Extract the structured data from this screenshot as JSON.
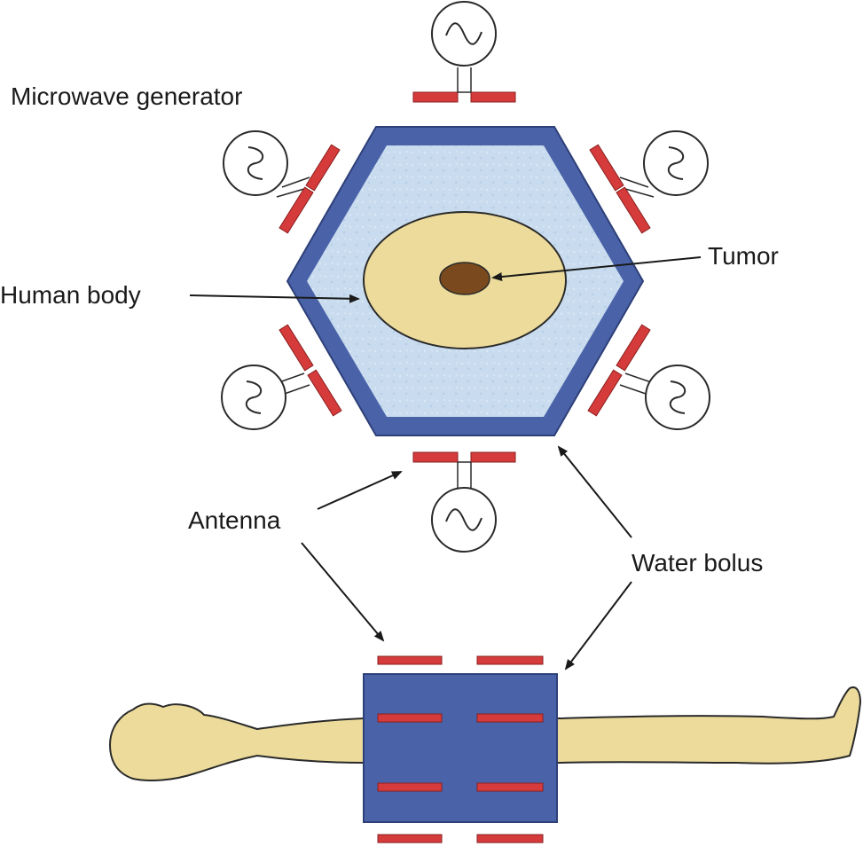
{
  "labels": {
    "microwave_generator": "Microwave generator",
    "human_body": "Human body",
    "tumor": "Tumor",
    "antenna": "Antenna",
    "water_bolus": "Water bolus"
  },
  "colors": {
    "bolus_frame": "#4a63a8",
    "water": "#c9dcef",
    "body_skin": "#ecdb9b",
    "tumor": "#7a4a1e",
    "antenna": "#d63b3b",
    "outline": "#2a2a2a"
  },
  "icons": {
    "generator": "sine-wave-circle-icon"
  }
}
